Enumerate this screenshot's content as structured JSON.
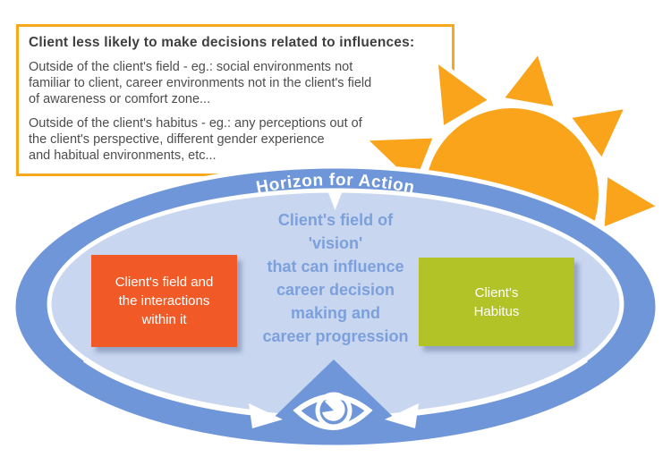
{
  "note": {
    "title": "Client less likely to make decisions related to influences:",
    "paragraph1": "Outside of the client's field - eg.: social environments not\nfamiliar to client, career environments not in the client's field\nof awareness or comfort zone...",
    "paragraph2": "Outside of the client's habitus - eg.: any perceptions out of\nthe client's perspective, different gender experience\nand habitual environments, etc..."
  },
  "diagram": {
    "horizon_label": "Horizon for Action",
    "center_text": "Client's field of\n'vision'\nthat can influence\ncareer decision\nmaking and\ncareer progression",
    "field_box_label": "Client's field and\nthe interactions\nwithin it",
    "habitus_box_label": "Client's\nHabitus",
    "icons": [
      "sun-icon",
      "eye-icon",
      "left-arrow-icon",
      "right-arrow-icon"
    ]
  },
  "colors": {
    "sun_orange": "#FAA41B",
    "note_border_orange": "#F7A81C",
    "band_blue": "#6E96D8",
    "inner_blue": "#C9D6F0",
    "center_text_blue": "#7CA0DC",
    "field_box_orange": "#F15A26",
    "habitus_box_green": "#B1C327",
    "title_gray": "#3F3F3F",
    "body_gray": "#4D4D4D",
    "white": "#FFFFFF"
  }
}
